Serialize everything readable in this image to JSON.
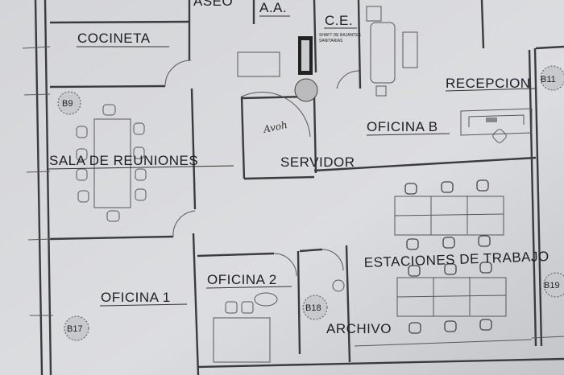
{
  "plan": {
    "rooms": {
      "aseo": "ASEO",
      "aa": "A.A.",
      "ce": "C.E.",
      "cocineta": "COCINETA",
      "recepcion": "RECEPCION",
      "sala_reuniones": "SALA DE REUNIONES",
      "servidor": "SERVIDOR",
      "oficina_b": "OFICINA B",
      "estaciones": "ESTACIONES DE TRABAJO",
      "oficina_1": "OFICINA 1",
      "oficina_2": "OFICINA 2",
      "archivo": "ARCHIVO"
    },
    "notes": {
      "shaft_line1": "SHAFT DE BAJANTES",
      "shaft_line2": "SANITARIAS",
      "handwritten": "Avoh"
    },
    "tags": {
      "b9": "B9",
      "b11": "B11",
      "b17": "B17",
      "b18": "B18",
      "b19": "B19"
    }
  }
}
